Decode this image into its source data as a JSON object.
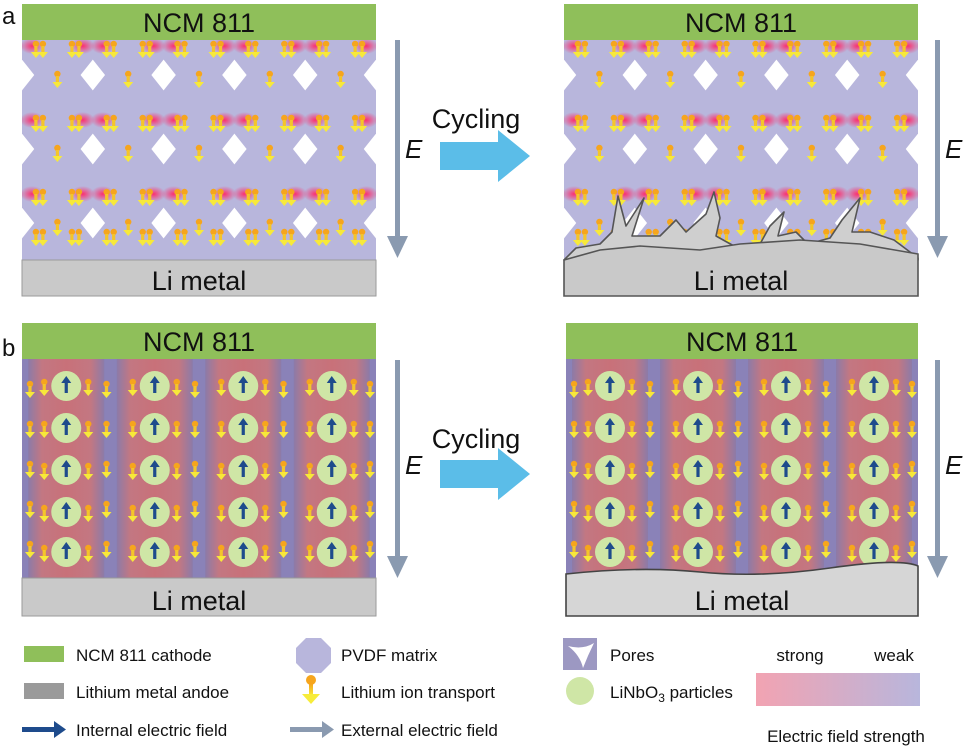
{
  "panels": [
    {
      "letter": "a",
      "cathode": "NCM 811",
      "anode": "Li metal",
      "field_symbol": "E",
      "process": "Cycling"
    },
    {
      "letter": "b",
      "cathode": "NCM 811",
      "anode": "Li metal",
      "field_symbol": "E",
      "process": "Cycling"
    }
  ],
  "legend": {
    "cathode": "NCM 811 cathode",
    "anode": "Lithium metal andoe",
    "internal_field": "Internal electric field",
    "pvdf": "PVDF matrix",
    "ion_transport": "Lithium ion transport",
    "external_field": "External electric field",
    "pores": "Pores",
    "particles_main": "LiNbO",
    "particles_sub": "3",
    "particles_rest": " particles",
    "strong": "strong",
    "weak": "weak",
    "field_strength": "Electric field strength"
  },
  "colors": {
    "cathode": "#8fbf5a",
    "anode": "#c9c9c9",
    "pvdf": "#b8b6dc",
    "field_arrow": "#8a9ab0",
    "cycling_arrow": "#5bbde8",
    "internal_arrow": "#1e4b8c",
    "particle": "#cfe6a6",
    "ion": "#f2dc2a",
    "strong": "#f2a3b2",
    "weak": "#b8b6dc"
  }
}
